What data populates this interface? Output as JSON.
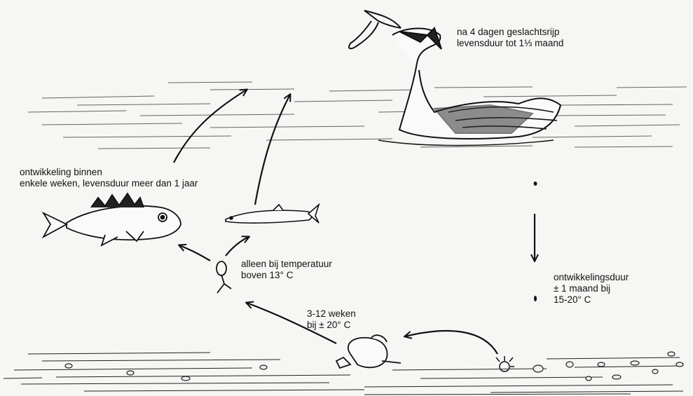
{
  "labels": {
    "grebe": {
      "line1": "na 4 dagen geslachtsrijp",
      "line2": "levensduur tot 1⅓ maand"
    },
    "fish": {
      "line1": "ontwikkeling binnen",
      "line2": "enkele weken, levensduur meer dan 1 jaar"
    },
    "temperature": {
      "line1": "alleen bij temperatuur",
      "line2": "boven 13° C"
    },
    "egg": {
      "line1": "ontwikkelingsduur",
      "line2": "± 1 maand bij",
      "line3": "15-20° C"
    },
    "snail": {
      "line1": "3-12 weken",
      "line2": "bij ± 20° C"
    }
  },
  "colors": {
    "ink": "#111111",
    "paper": "#f6f6f4"
  }
}
